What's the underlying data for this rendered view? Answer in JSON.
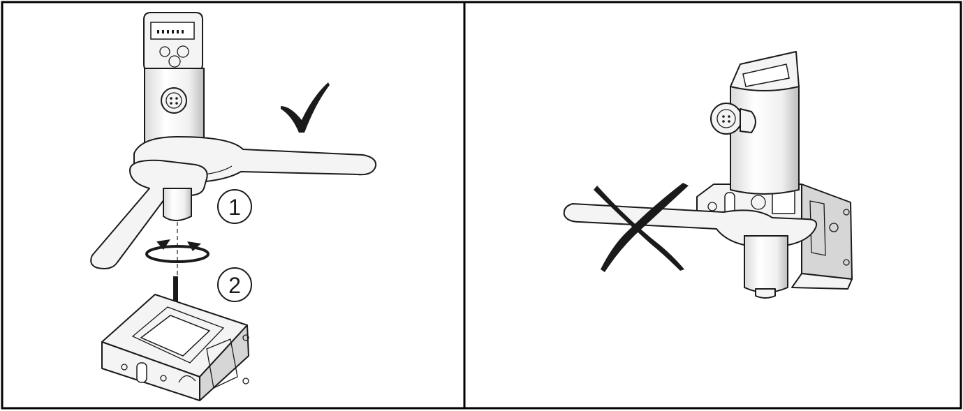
{
  "panels": [
    {
      "id": "correct-mounting",
      "indicator": "check-mark-icon",
      "callouts": [
        "1",
        "2"
      ]
    },
    {
      "id": "incorrect-mounting",
      "indicator": "x-cross-icon"
    }
  ],
  "colors": {
    "frame": "#000000",
    "line": "#1a1a1a",
    "fill": "#f4f4f4",
    "shade": "#d6d6d6"
  }
}
